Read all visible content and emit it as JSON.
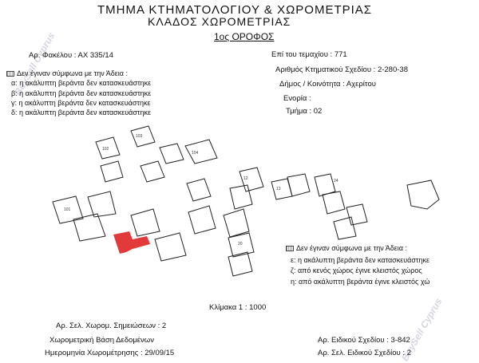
{
  "header": {
    "title1": "ΤΜΗΜΑ ΚΤΗΜΑΤΟΛΟΓΙΟΥ & ΧΩΡΟΜΕΤΡΙΑΣ",
    "title2": "ΚΛΑΔΟΣ ΧΩΡΟΜΕΤΡΙΑΣ",
    "floor": "1ος ΟΡΟΦΟΣ"
  },
  "left_info": {
    "file_no": "Αρ. Φακέλου : ΑΧ 335/14"
  },
  "right_info": {
    "parcel": "Επί του τεμαχίου : 771",
    "plan_no": "Αριθμός Κτηματικού Σχεδίου : 2-280-38",
    "municipality": "Δήμος / Κοινότητα : Αχερίτου",
    "quarter": "Ενορία :",
    "section": "Τμήμα : 02"
  },
  "notes_left": {
    "header": "Δεν έγιναν σύμφωνα με την Άδεια :",
    "items": [
      "α: η ακάλυπτη βεράντα δεν κατασκευάστηκε",
      "β: η ακάλυπτη βεράντα δεν κατασκευάστηκε",
      "γ: η ακάλυπτη βεράντα δεν κατασκευάστηκε",
      "δ: η ακάλυπτη βεράντα δεν κατασκευάστηκε"
    ]
  },
  "notes_right": {
    "header": "Δεν έγιναν σύμφωνα με την Άδεια :",
    "items": [
      "ε: η ακάλυπτη βεράντα δεν κατασκευάστηκε",
      "ζ: από κενός χώρος έγινε κλειστός χώρος",
      "η: από ακάλυπτη βεράντα έγινε κλειστός χώ"
    ]
  },
  "scale": "Κλίμακα 1 : 1000",
  "footer": {
    "notes_count": "Αρ. Σελ. Χωρομ. Σημειώσεων : 2",
    "database": "Χωρομετρική Βάση Δεδομένων",
    "survey_date": "Ημερομηνία Χωρομέτρησης : 29/09/15",
    "special_plan": "Αρ. Ειδικού Σχεδίου : 3-842",
    "special_pages": "Αρ. Σελ. Ειδικού Σχεδίου : 2"
  },
  "watermark": "BuySell Cyprus",
  "colors": {
    "highlight": "#e23a3a",
    "ink": "#111111"
  }
}
